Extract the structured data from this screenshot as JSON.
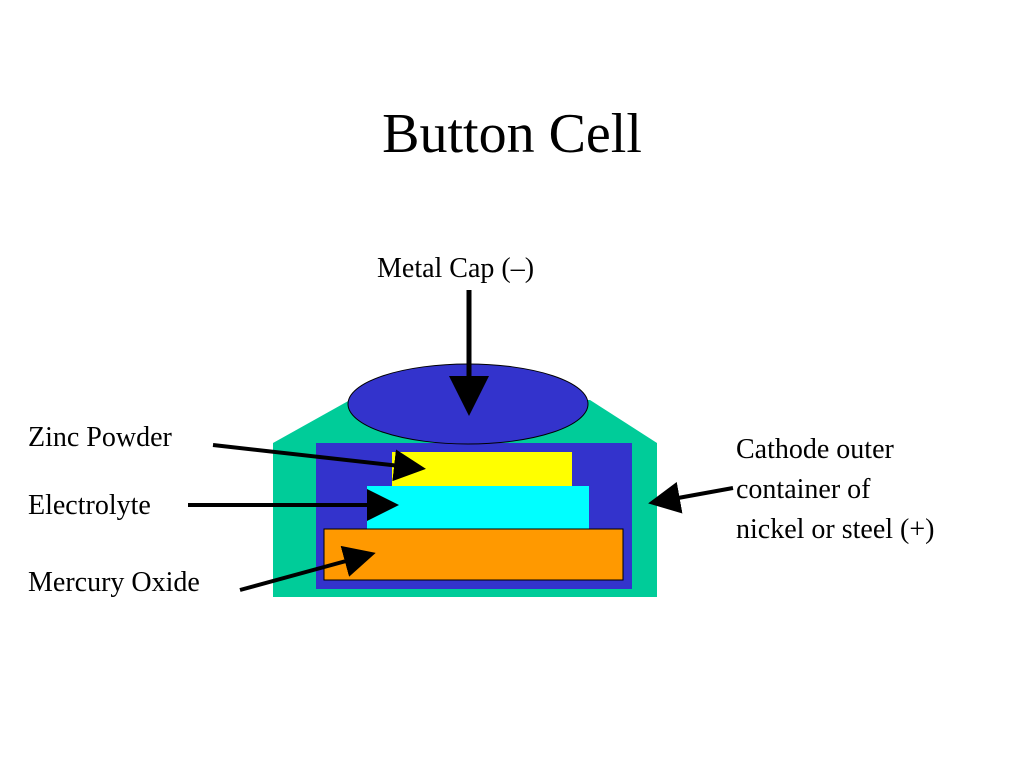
{
  "title": "Button Cell",
  "labels": {
    "metal_cap": "Metal Cap (–)",
    "zinc_powder": "Zinc Powder",
    "electrolyte": "Electrolyte",
    "mercury_oxide": "Mercury Oxide",
    "cathode_line1": "Cathode outer",
    "cathode_line2": "container of",
    "cathode_line3": "nickel or steel (+)"
  },
  "colors": {
    "outer_container": "#00cc99",
    "inner_body": "#3333cc",
    "metal_cap": "#3333cc",
    "zinc_powder": "#ffff00",
    "electrolyte": "#00ffff",
    "mercury_oxide": "#ff9900",
    "arrow": "#000000"
  }
}
